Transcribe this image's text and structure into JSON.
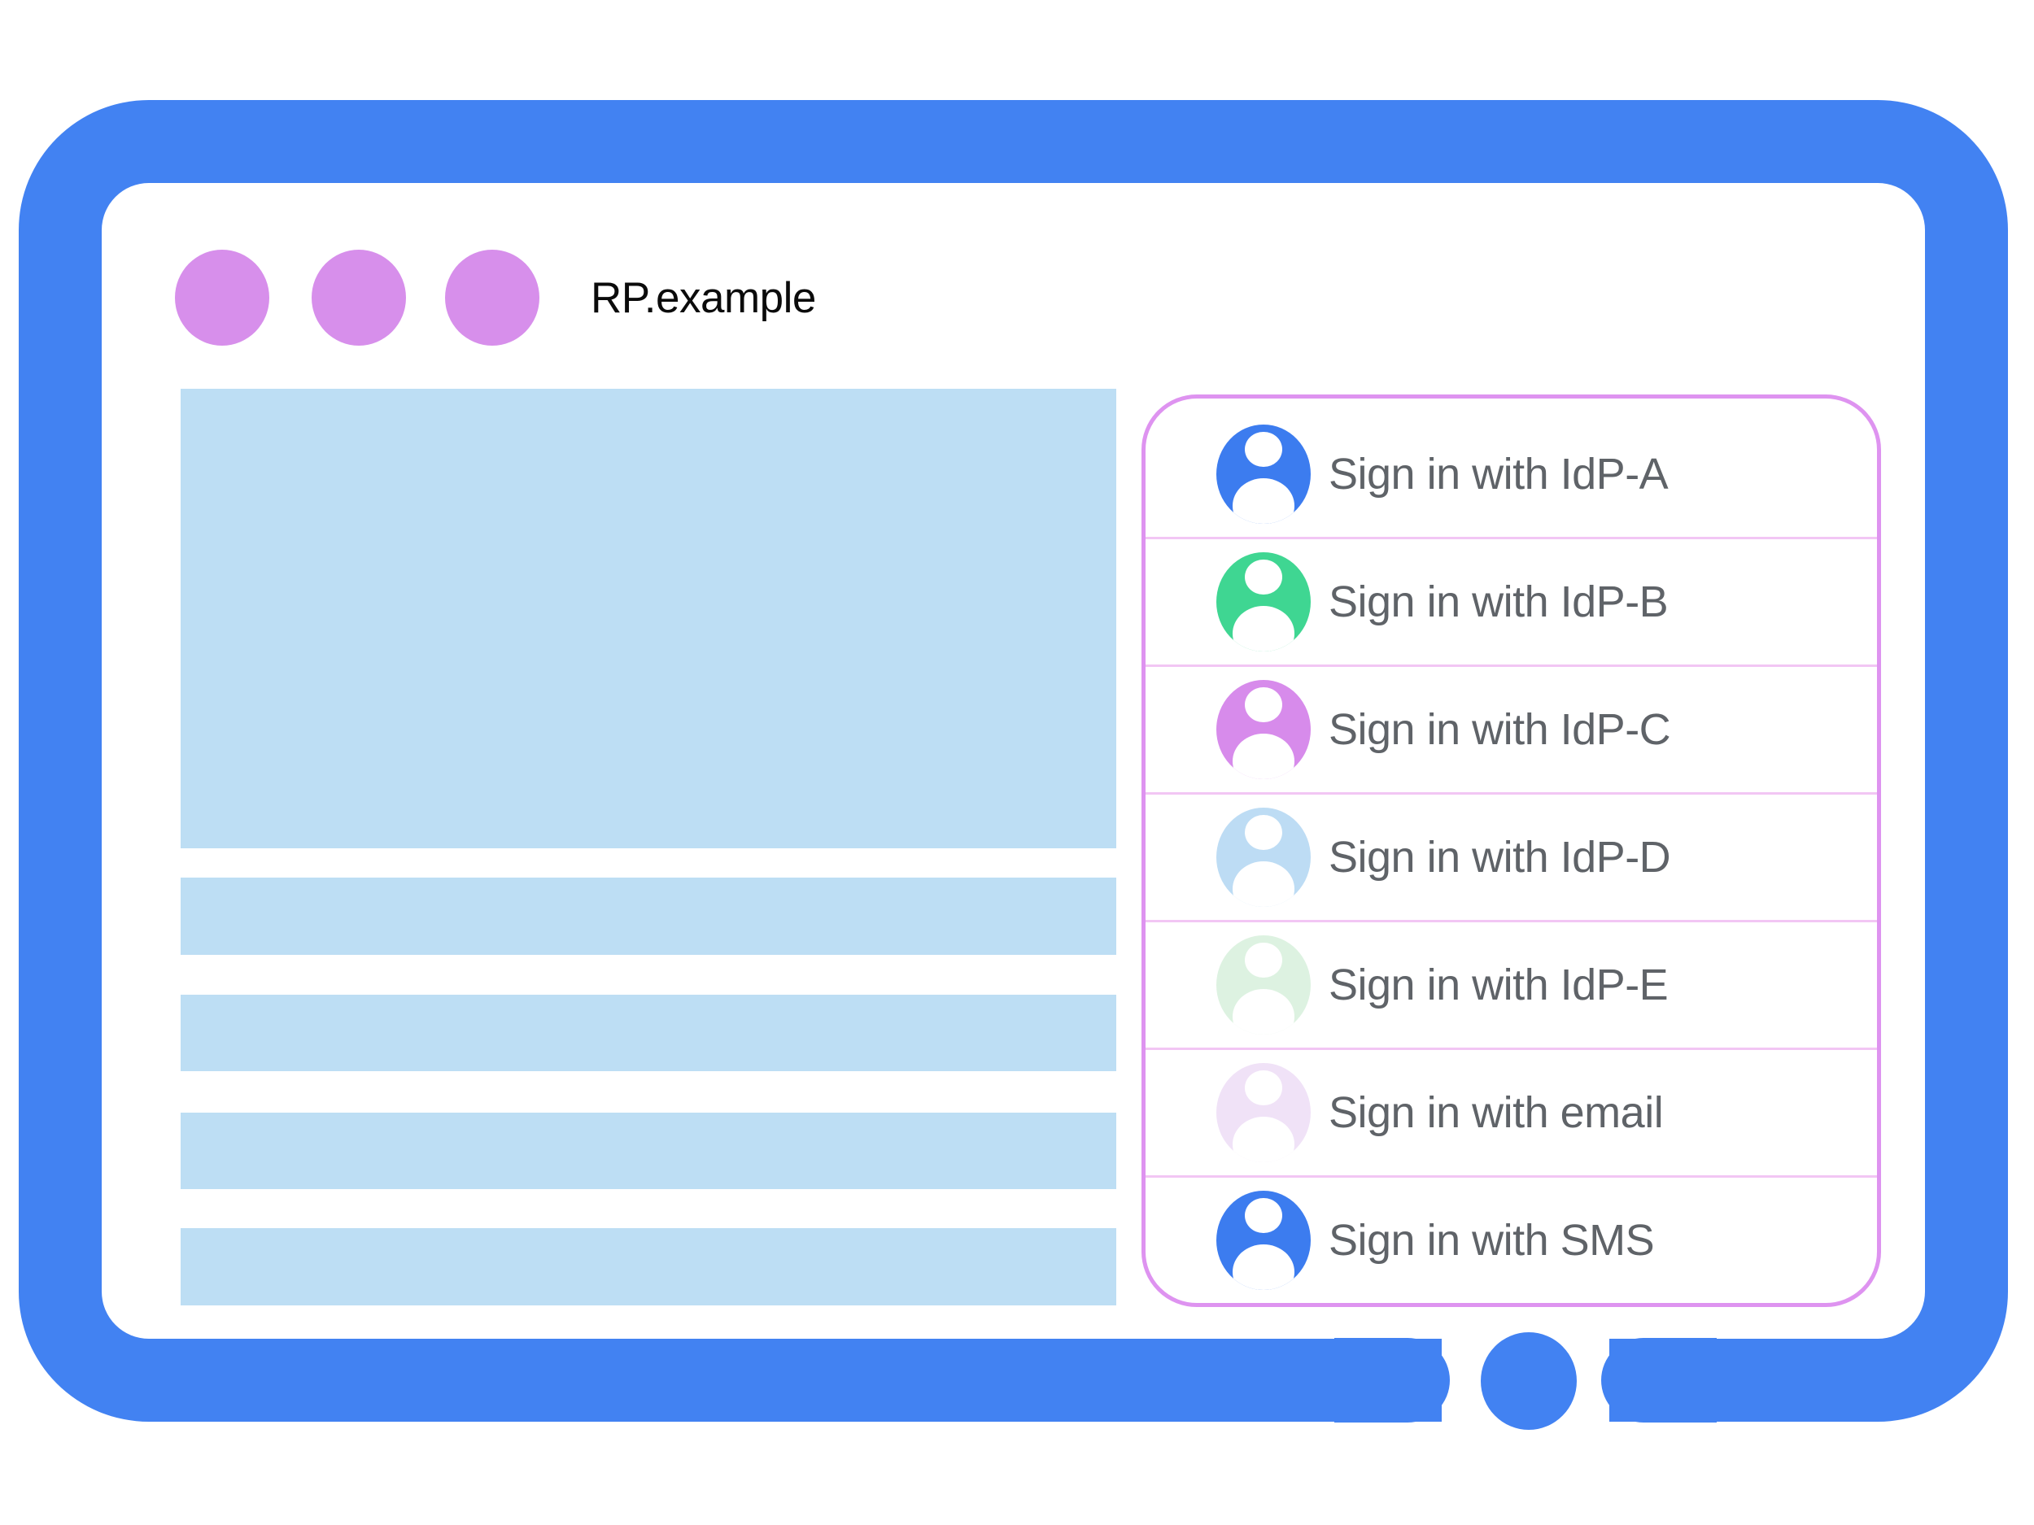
{
  "window": {
    "title": "RP.example",
    "frame_color": "#4282f2",
    "window_dot_color": "#d78feb"
  },
  "content": {
    "placeholder_color": "#bddef4"
  },
  "signin_panel": {
    "border_color": "#de93f0",
    "divider_color": "#f2c6f4",
    "text_color": "#5f6368",
    "options": [
      {
        "label": "Sign in with IdP-A",
        "avatar_icon": "user-avatar-icon",
        "avatar_color": "#3c7cef"
      },
      {
        "label": "Sign in with IdP-B",
        "avatar_icon": "user-avatar-icon",
        "avatar_color": "#3fd692"
      },
      {
        "label": "Sign in with IdP-C",
        "avatar_icon": "user-avatar-icon",
        "avatar_color": "#d78beb"
      },
      {
        "label": "Sign in with IdP-D",
        "avatar_icon": "user-avatar-icon",
        "avatar_color": "#bddcf4"
      },
      {
        "label": "Sign in with IdP-E",
        "avatar_icon": "user-avatar-icon",
        "avatar_color": "#ddf2e1"
      },
      {
        "label": "Sign in with email",
        "avatar_icon": "user-avatar-icon",
        "avatar_color": "#f0e2f7"
      },
      {
        "label": "Sign in with SMS",
        "avatar_icon": "user-avatar-icon",
        "avatar_color": "#3c7cef"
      }
    ]
  },
  "device": {
    "home_button_color": "#4282f2"
  }
}
